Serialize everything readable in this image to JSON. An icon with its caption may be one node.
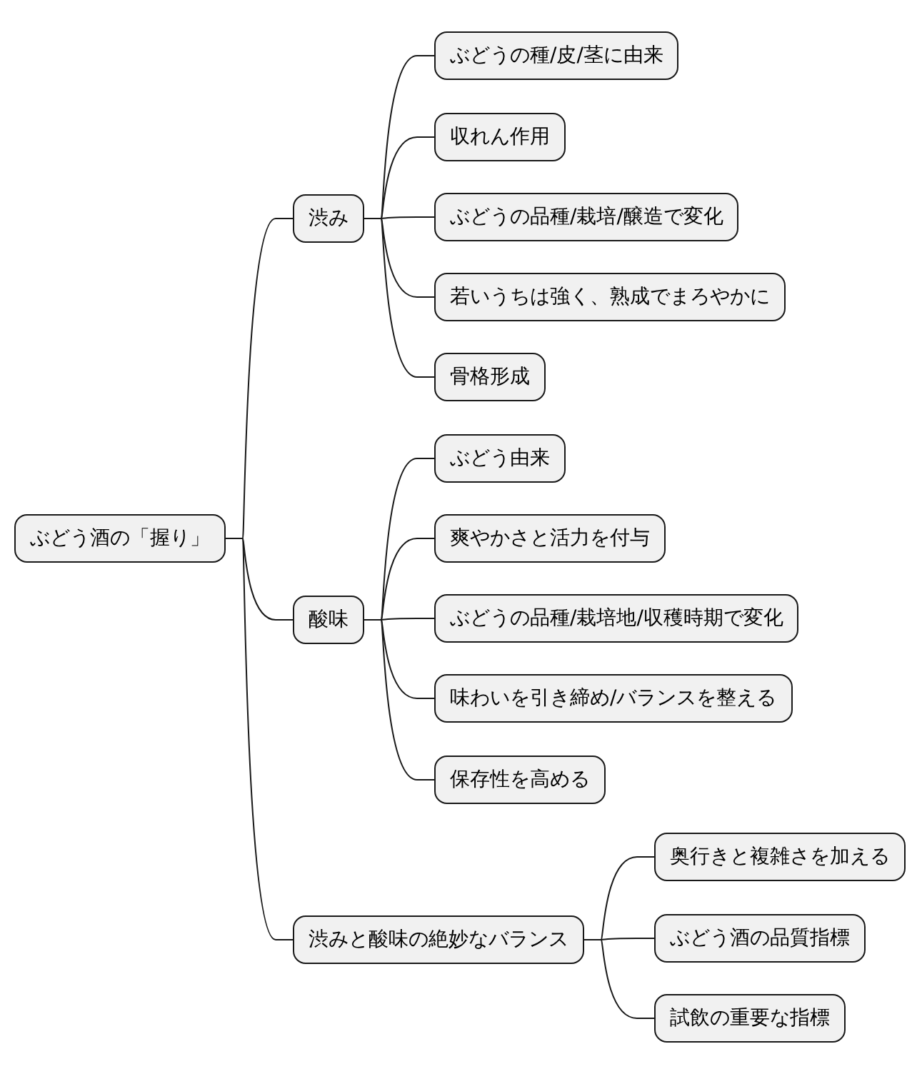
{
  "diagram": {
    "nodes": [
      {
        "text": [
          "ぶどう酒の「握り」"
        ]
      },
      {
        "text": [
          "渋み"
        ]
      },
      {
        "text": [
          "ぶどうの種/皮/茎に由来"
        ]
      },
      {
        "text": [
          "収れん作用"
        ]
      },
      {
        "text": [
          "ぶどうの品種/栽培/醸造で変化"
        ]
      },
      {
        "text": [
          "若いうちは強く、熟成でまろやかに"
        ]
      },
      {
        "text": [
          "骨格形成"
        ]
      },
      {
        "text": [
          "酸味"
        ]
      },
      {
        "text": [
          "ぶどう由来"
        ]
      },
      {
        "text": [
          "爽やかさと活力を付与"
        ]
      },
      {
        "text": [
          "ぶどうの品種/栽培地/収穫時期で変化"
        ]
      },
      {
        "text": [
          "味わいを引き締め/バランスを整える"
        ]
      },
      {
        "text": [
          "保存性を高める"
        ]
      },
      {
        "text": [
          "渋みと酸味の絶妙なバランス"
        ]
      },
      {
        "text": [
          "奥行きと複雑さを加える"
        ]
      },
      {
        "text": [
          "ぶどう酒の品質指標"
        ]
      },
      {
        "text": [
          "試飲の重要な指標"
        ]
      }
    ],
    "edges": [
      {
        "from": 0,
        "to": 1,
        "arrow": "none"
      },
      {
        "from": 1,
        "to": 2,
        "arrow": "none"
      },
      {
        "from": 1,
        "to": 3,
        "arrow": "none"
      },
      {
        "from": 1,
        "to": 4,
        "arrow": "none"
      },
      {
        "from": 1,
        "to": 5,
        "arrow": "none"
      },
      {
        "from": 1,
        "to": 6,
        "arrow": "none"
      },
      {
        "from": 0,
        "to": 7,
        "arrow": "none"
      },
      {
        "from": 7,
        "to": 8,
        "arrow": "none"
      },
      {
        "from": 7,
        "to": 9,
        "arrow": "none"
      },
      {
        "from": 7,
        "to": 10,
        "arrow": "none"
      },
      {
        "from": 7,
        "to": 11,
        "arrow": "none"
      },
      {
        "from": 7,
        "to": 12,
        "arrow": "none"
      },
      {
        "from": 0,
        "to": 13,
        "arrow": "none"
      },
      {
        "from": 13,
        "to": 14,
        "arrow": "none"
      },
      {
        "from": 13,
        "to": 15,
        "arrow": "none"
      },
      {
        "from": 13,
        "to": 16,
        "arrow": "none"
      }
    ]
  }
}
